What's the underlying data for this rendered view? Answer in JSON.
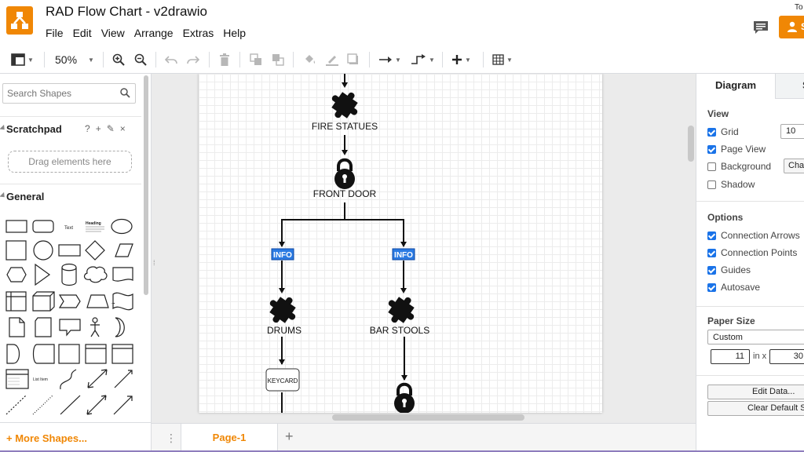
{
  "app": {
    "title": "RAD Flow Chart - v2drawio",
    "user_short": "To",
    "share_label": "S"
  },
  "menu": [
    "File",
    "Edit",
    "View",
    "Arrange",
    "Extras",
    "Help"
  ],
  "toolbar": {
    "zoom": "50%",
    "icons": [
      "format-panel-icon",
      "zoom-in-icon",
      "zoom-out-icon",
      "undo-icon",
      "redo-icon",
      "delete-icon",
      "to-front-icon",
      "to-back-icon",
      "fill-color-icon",
      "line-color-icon",
      "shadow-icon",
      "connection-icon",
      "waypoints-icon",
      "insert-icon",
      "table-icon"
    ]
  },
  "left_panel": {
    "search_placeholder": "Search Shapes",
    "scratchpad_title": "Scratchpad",
    "scratchpad_tools": [
      "?",
      "+",
      "✎",
      "×"
    ],
    "drag_hint": "Drag elements here",
    "general_title": "General",
    "shape_text_label": "Text",
    "shape_heading_label": "Heading",
    "shape_list_label": "List Item",
    "more_shapes": "+ More Shapes..."
  },
  "diagram": {
    "nodes": {
      "fire_statues": "FIRE STATUES",
      "front_door": "FRONT DOOR",
      "info_left": "INFO",
      "info_right": "INFO",
      "drums": "DRUMS",
      "bar_stools": "BAR STOOLS",
      "keycard": "KEYCARD"
    }
  },
  "pages": {
    "tabs": [
      "Page-1"
    ],
    "add_label": "+"
  },
  "right_panel": {
    "tabs": [
      "Diagram",
      "S"
    ],
    "view_title": "View",
    "view_options": [
      {
        "label": "Grid",
        "checked": true
      },
      {
        "label": "Page View",
        "checked": true
      },
      {
        "label": "Background",
        "checked": false
      },
      {
        "label": "Shadow",
        "checked": false
      }
    ],
    "grid_size": "10",
    "background_button": "Cha",
    "options_title": "Options",
    "options": [
      {
        "label": "Connection Arrows",
        "checked": true
      },
      {
        "label": "Connection Points",
        "checked": true
      },
      {
        "label": "Guides",
        "checked": true
      },
      {
        "label": "Autosave",
        "checked": true
      }
    ],
    "paper_size_title": "Paper Size",
    "paper_size_value": "Custom",
    "paper_width": "11",
    "paper_x_label": "in x",
    "paper_height": "30",
    "edit_data_button": "Edit Data...",
    "clear_default_button": "Clear Default S"
  },
  "colors": {
    "accent": "#f08705",
    "checkbox": "#1a73e8",
    "info_fill": "#2a7ae2"
  }
}
